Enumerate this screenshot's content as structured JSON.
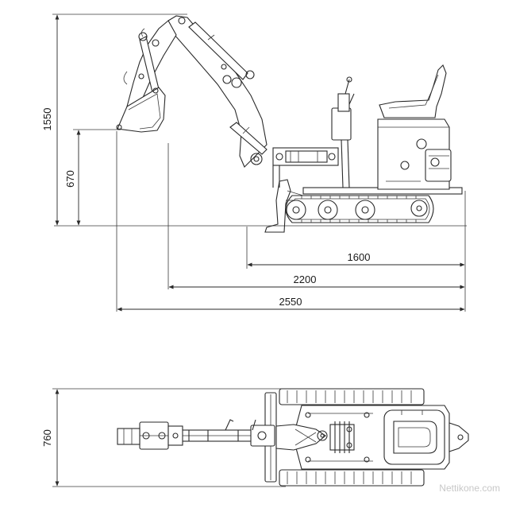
{
  "dimensions": {
    "height_total": "1550",
    "height_blade": "670",
    "length_tracks": "1600",
    "length_mid": "2200",
    "length_total": "2550",
    "width_tracks": "760"
  },
  "watermark": "Nettikone.com"
}
